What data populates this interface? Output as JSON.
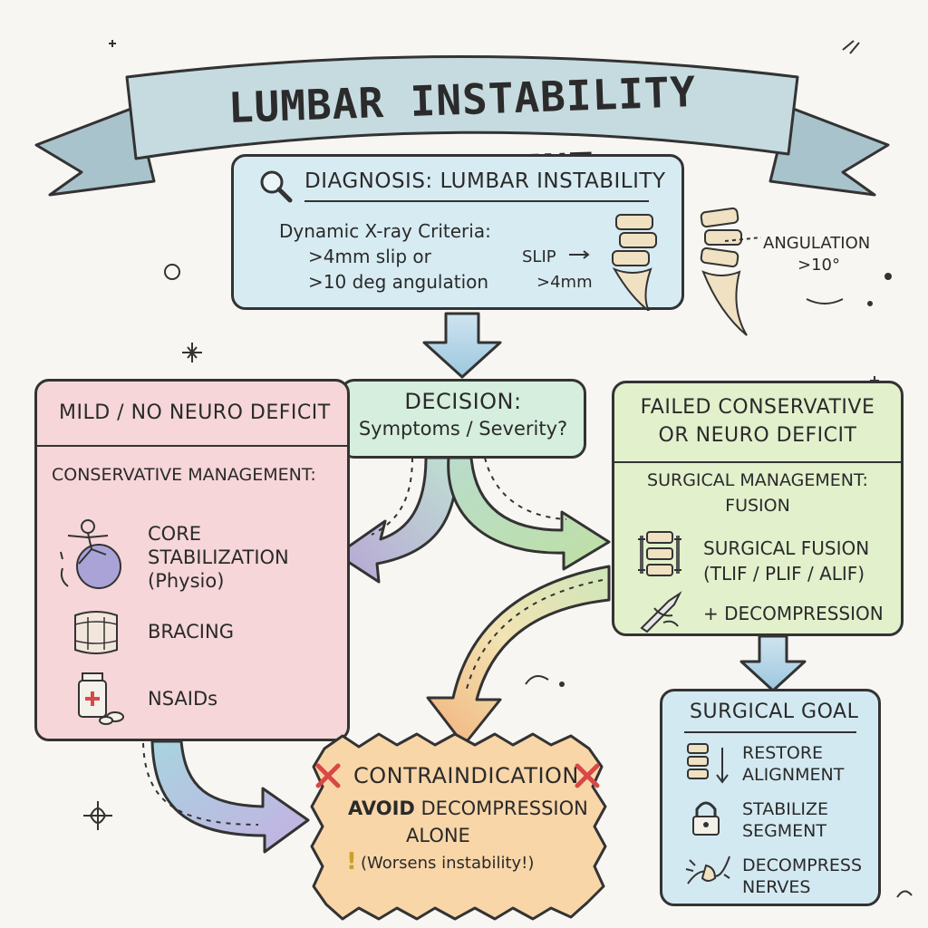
{
  "title": "LUMBAR INSTABILITY MANAGEMENT",
  "diagnosis": {
    "heading": "DIAGNOSIS: LUMBAR INSTABILITY",
    "criteria_label": "Dynamic X-ray Criteria:",
    "criteria_1": ">4mm slip or",
    "criteria_2": ">10 deg angulation",
    "slip_label": "SLIP",
    "slip_value": ">4mm",
    "angulation_label": "ANGULATION",
    "angulation_value": ">10°"
  },
  "decision": {
    "line1": "DECISION:",
    "line2": "Symptoms / Severity?"
  },
  "conservative": {
    "header": "MILD / NO NEURO DEFICIT",
    "subheader": "CONSERVATIVE MANAGEMENT:",
    "item1_line1": "CORE",
    "item1_line2": "STABILIZATION",
    "item1_line3": "(Physio)",
    "item2": "BRACING",
    "item3": "NSAIDs"
  },
  "surgical": {
    "header_line1": "FAILED CONSERVATIVE",
    "header_line2": "OR NEURO DEFICIT",
    "subheader_line1": "SURGICAL MANAGEMENT:",
    "subheader_line2": "FUSION",
    "item1_line1": "SURGICAL FUSION",
    "item1_line2": "(TLIF / PLIF / ALIF)",
    "item2": "+ DECOMPRESSION"
  },
  "goal": {
    "header": "SURGICAL GOAL",
    "item1_line1": "RESTORE",
    "item1_line2": "ALIGNMENT",
    "item2_line1": "STABILIZE",
    "item2_line2": "SEGMENT",
    "item3_line1": "DECOMPRESS",
    "item3_line2": "NERVES"
  },
  "contraindication": {
    "header": "CONTRAINDICATION",
    "avoid": "AVOID",
    "line1_rest": "DECOMPRESSION",
    "line2": "ALONE",
    "exclaim": "!",
    "note": "(Worsens instability!)"
  },
  "colors": {
    "diagnosis_bg": "#d7ebf2",
    "decision_bg": "#d6eedd",
    "conservative_bg": "#f6d6d8",
    "surgical_bg": "#e2f0cc",
    "goal_bg": "#d3e9f2",
    "contra_bg": "#f8d6a8",
    "red_x": "#d94848"
  }
}
